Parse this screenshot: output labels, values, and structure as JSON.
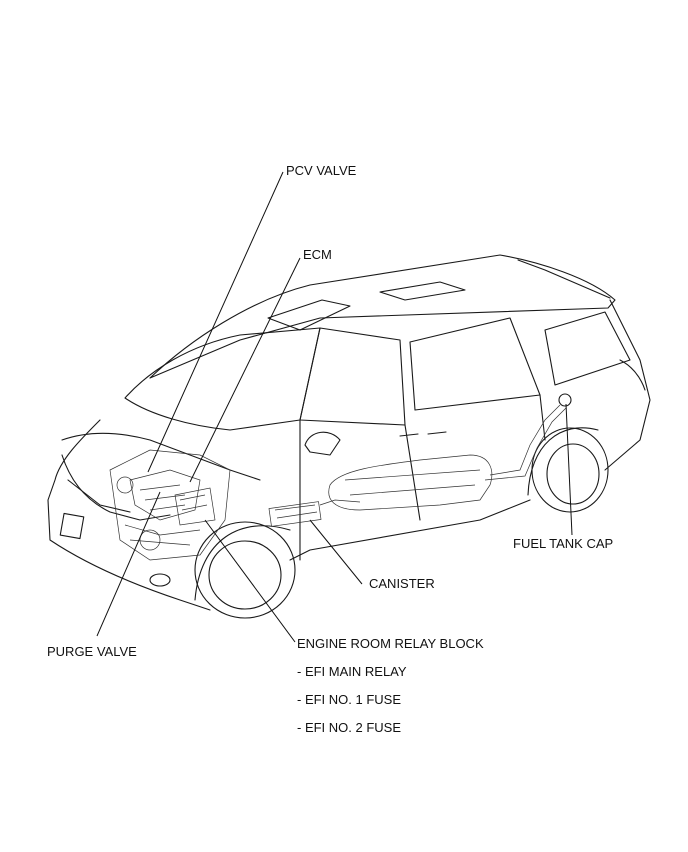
{
  "labels": {
    "pcv_valve": "PCV VALVE",
    "ecm": "ECM",
    "fuel_tank_cap": "FUEL TANK CAP",
    "canister": "CANISTER",
    "purge_valve": "PURGE VALVE",
    "engine_room_relay_block": "ENGINE ROOM RELAY BLOCK",
    "efi_main_relay": "- EFI MAIN RELAY",
    "efi_no1_fuse": "- EFI NO. 1 FUSE",
    "efi_no2_fuse": "- EFI NO. 2 FUSE"
  }
}
